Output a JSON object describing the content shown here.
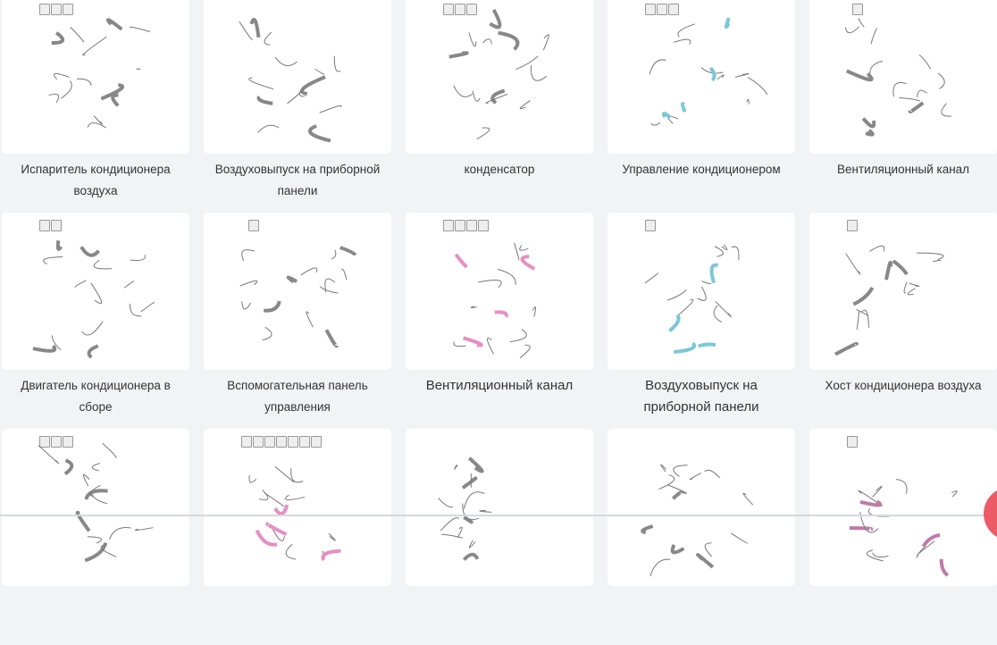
{
  "items": [
    {
      "label": "Испаритель кондиционера воздуха",
      "thumbs": 3,
      "tint": "#888"
    },
    {
      "label": "Воздуховыпуск на приборной панели",
      "thumbs": 0,
      "tint": "#888"
    },
    {
      "label": "конденсатор",
      "thumbs": 3,
      "tint": "#888"
    },
    {
      "label": "Управление кондиционером",
      "thumbs": 3,
      "tint": "#7cc7d6"
    },
    {
      "label": "Вентиляционный канал",
      "thumbs": 1,
      "tint": "#888"
    },
    {
      "label": "Двигатель кондиционера в сборе",
      "thumbs": 2,
      "tint": "#888"
    },
    {
      "label": "Вспомогательная панель управления",
      "thumbs": 1,
      "tint": "#888"
    },
    {
      "label": "Вентиляционный канал",
      "thumbs": 4,
      "tint": "#e58fc4"
    },
    {
      "label": "Воздуховыпуск на приборной панели",
      "thumbs": 1,
      "tint": "#7cc7d6"
    },
    {
      "label": "Хост кондиционера воздуха",
      "thumbs": 1,
      "tint": "#888"
    },
    {
      "label": "",
      "thumbs": 3,
      "tint": "#888"
    },
    {
      "label": "",
      "thumbs": 7,
      "tint": "#e58fc4"
    },
    {
      "label": "",
      "thumbs": 0,
      "tint": "#888"
    },
    {
      "label": "",
      "thumbs": 0,
      "tint": "#888"
    },
    {
      "label": "",
      "thumbs": 1,
      "tint": "#c07aa8"
    }
  ],
  "accent": "#ec5a66"
}
